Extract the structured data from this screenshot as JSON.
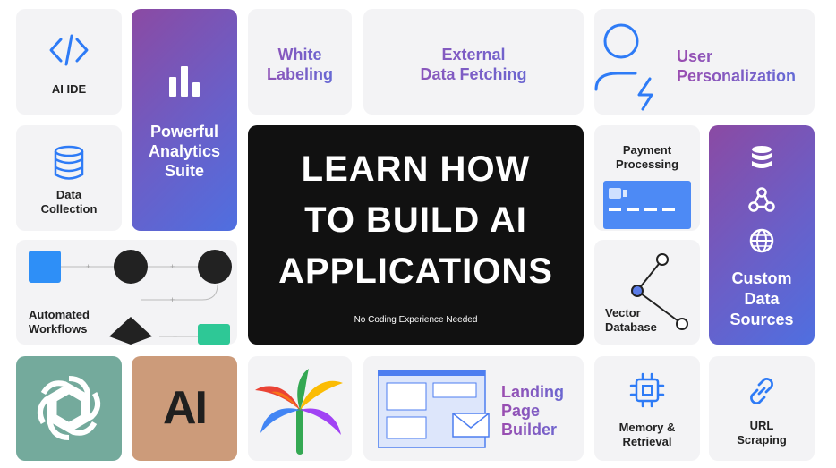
{
  "hero": {
    "line1": "LEARN  HOW",
    "line2": "TO BUILD AI",
    "line3": "APPLICATIONS",
    "subtitle": "No Coding Experience Needed"
  },
  "tiles": {
    "ai_ide": "AI IDE",
    "analytics": "Powerful\nAnalytics\nSuite",
    "white_labeling": "White\nLabeling",
    "external_data": "External\nData Fetching",
    "user_personalization": "User\nPersonalization",
    "data_collection": "Data\nCollection",
    "payment": "Payment\nProcessing",
    "custom_data": "Custom\nData\nSources",
    "automated": "Automated\nWorkflows",
    "vector_db": "Vector\nDatabase",
    "landing": "Landing\nPage\nBuilder",
    "memory": "Memory &\nRetrieval",
    "url": "URL\nScraping",
    "anthropic_logo": "AI"
  },
  "icons": {
    "ai_ide": "code-icon",
    "analytics": "bar-chart-icon",
    "user": "user-icon",
    "data_collection": "database-icon",
    "payment": "credit-card-icon",
    "custom_db": "database-icon",
    "webhook": "webhook-icon",
    "globe": "globe-icon",
    "memory": "chip-icon",
    "url": "link-icon",
    "openai": "openai-logo-icon",
    "palm": "palm-logo-icon"
  },
  "colors": {
    "blue": "#2e7bf6",
    "purple_gradient_start": "#8b4aa3",
    "purple_gradient_end": "#4f6fe0",
    "hero_bg": "#111111",
    "openai_bg": "#74aa9c",
    "anthropic_bg": "#cc9b7a"
  }
}
